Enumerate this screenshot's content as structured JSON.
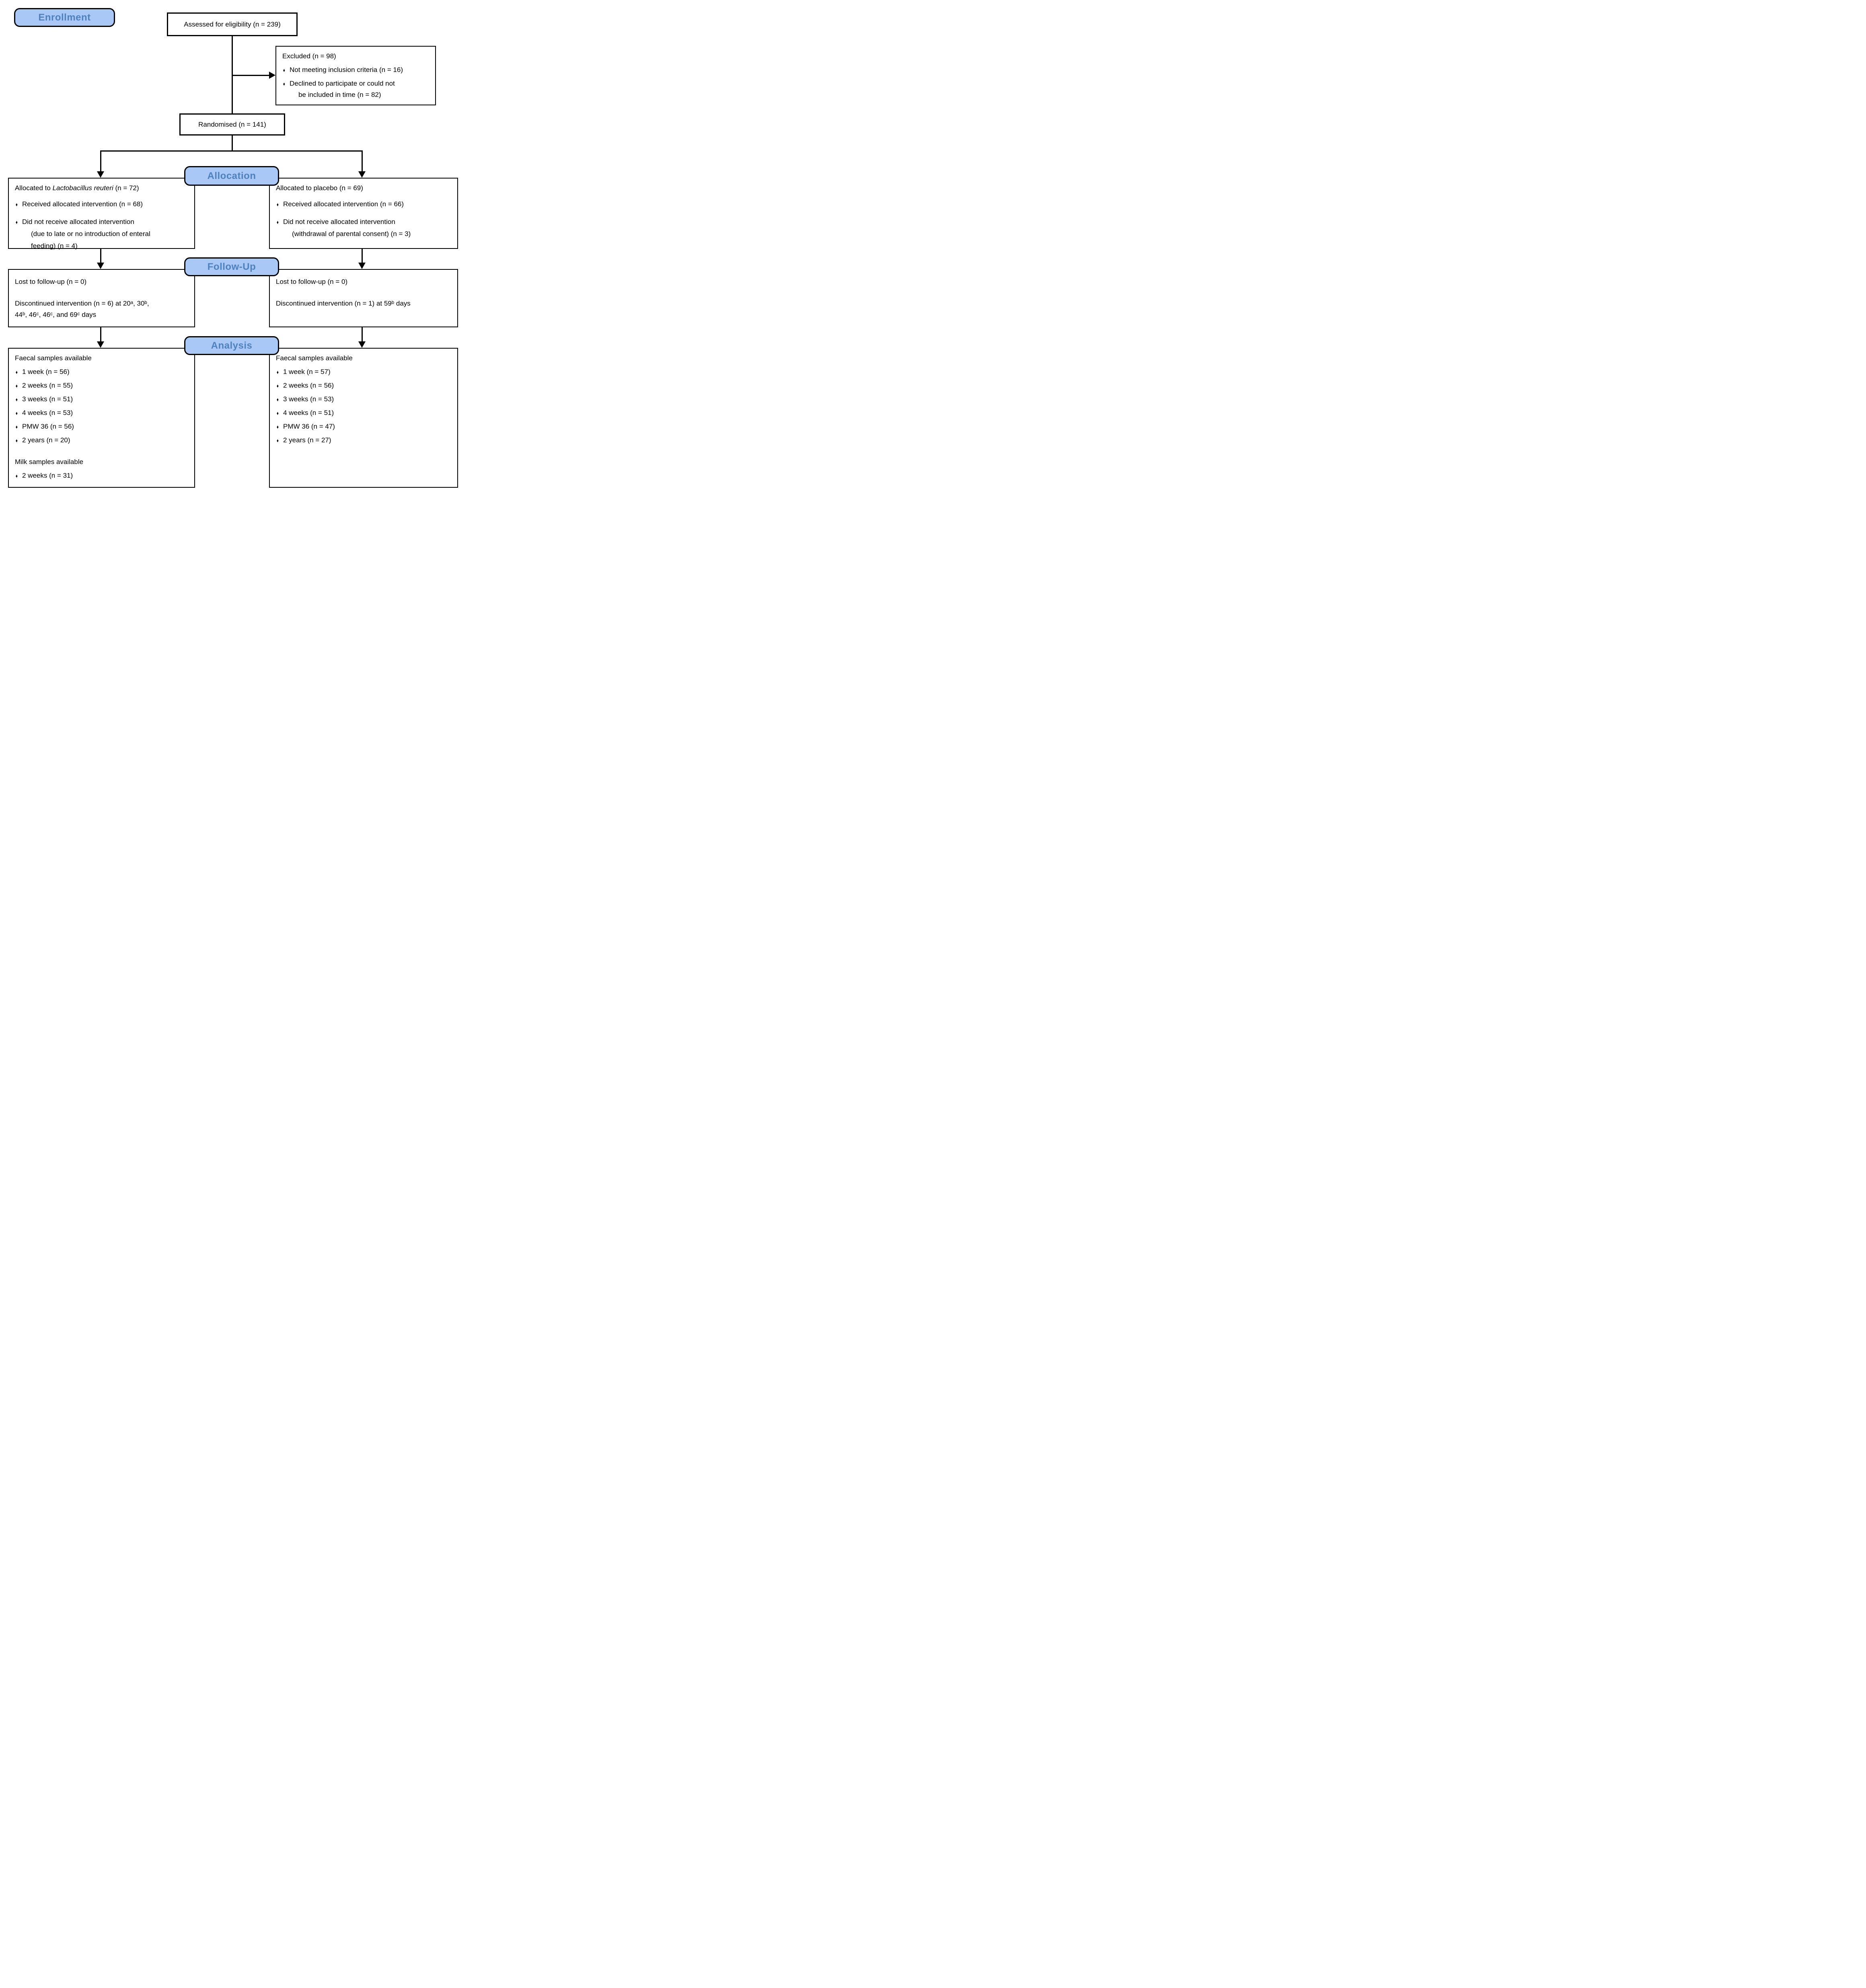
{
  "colors": {
    "banner_fill": "#aac8f6",
    "banner_text": "#4f81bd",
    "box_border": "#000000",
    "background": "#ffffff"
  },
  "bullet_char": "♦",
  "banners": {
    "enrollment": "Enrollment",
    "allocation": "Allocation",
    "followup": "Follow-Up",
    "analysis": "Analysis"
  },
  "boxes": {
    "assessed": {
      "text": "Assessed for eligibility (n = 239)"
    },
    "excluded": {
      "title": "Excluded (n = 98)",
      "bullet1": "Not meeting inclusion criteria (n = 16)",
      "bullet2_line1": "Declined to participate or could not",
      "bullet2_line2": "be included in time (n = 82)"
    },
    "randomised": {
      "text": "Randomised (n = 141)"
    },
    "allocation_left": {
      "title_prefix": "Allocated to ",
      "title_italic": "Lactobacillus reuteri",
      "title_suffix": " (n = 72)",
      "bullet1": "Received allocated intervention (n = 68)",
      "bullet2": "Did not receive allocated intervention",
      "bullet2_line2": "(due to late or no introduction of enteral",
      "bullet2_line3": "feeding) (n = 4)"
    },
    "allocation_right": {
      "title": "Allocated to placebo (n = 69)",
      "bullet1": "Received allocated intervention (n = 66)",
      "bullet2": "Did not receive allocated intervention",
      "bullet2_line2": "(withdrawal of parental consent) (n = 3)"
    },
    "followup_left": {
      "line1": "Lost to follow-up (n = 0)",
      "line2": "Discontinued intervention (n = 6) at 20ᵃ, 30ᵇ,",
      "line3": "44ᵇ, 46ᶜ, 46ᶜ, and 69ᶜ days"
    },
    "followup_right": {
      "line1": "Lost to follow-up (n = 0)",
      "line2": "Discontinued intervention (n = 1) at 59ᵇ days"
    },
    "analysis_left": {
      "title1": "Faecal samples available",
      "bullets1": [
        "1 week (n = 56)",
        "2 weeks (n = 55)",
        "3 weeks (n = 51)",
        "4 weeks (n = 53)",
        "PMW 36 (n = 56)",
        "2 years (n = 20)"
      ],
      "title2": "Milk samples available",
      "bullets2": [
        "2 weeks (n = 31)"
      ]
    },
    "analysis_right": {
      "title1": "Faecal samples available",
      "bullets1": [
        "1 week (n = 57)",
        "2 weeks (n = 56)",
        "3 weeks (n = 53)",
        "4 weeks (n = 51)",
        "PMW 36 (n = 47)",
        "2 years (n = 27)"
      ]
    }
  }
}
